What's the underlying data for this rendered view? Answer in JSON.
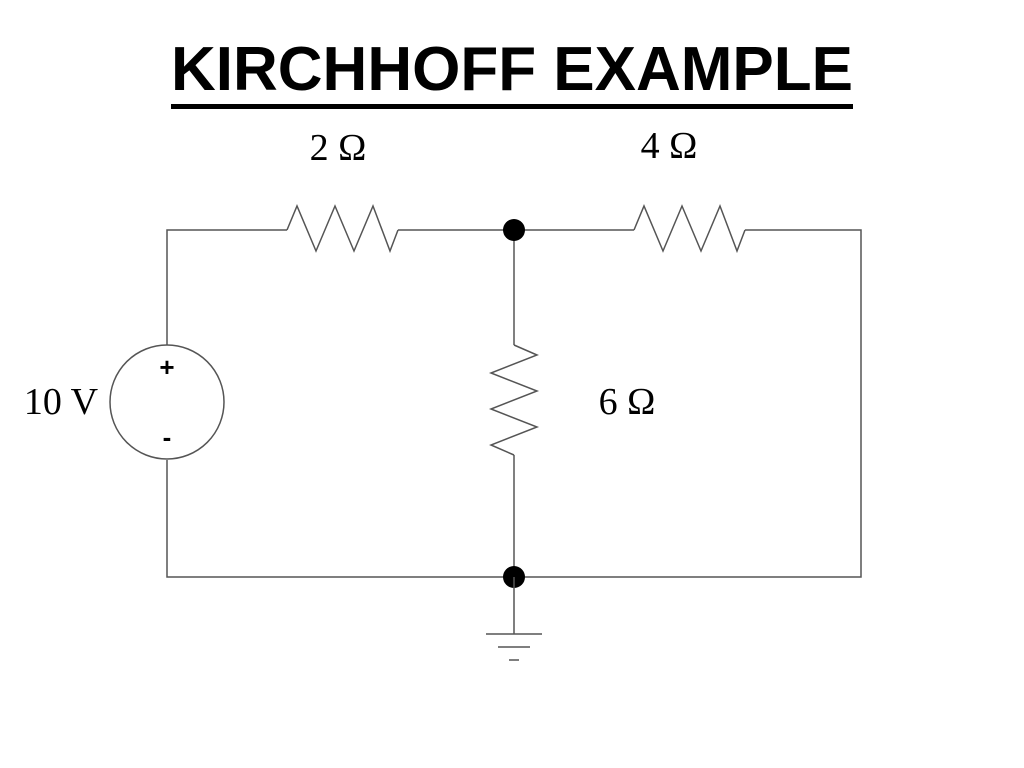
{
  "title": "KIRCHHOFF EXAMPLE",
  "circuit": {
    "source": {
      "label": "10 V",
      "plus": "+",
      "minus": "-"
    },
    "resistors": [
      {
        "id": "r1",
        "label": "2 Ω"
      },
      {
        "id": "r2",
        "label": "4 Ω"
      },
      {
        "id": "r3",
        "label": "6 Ω"
      }
    ]
  }
}
